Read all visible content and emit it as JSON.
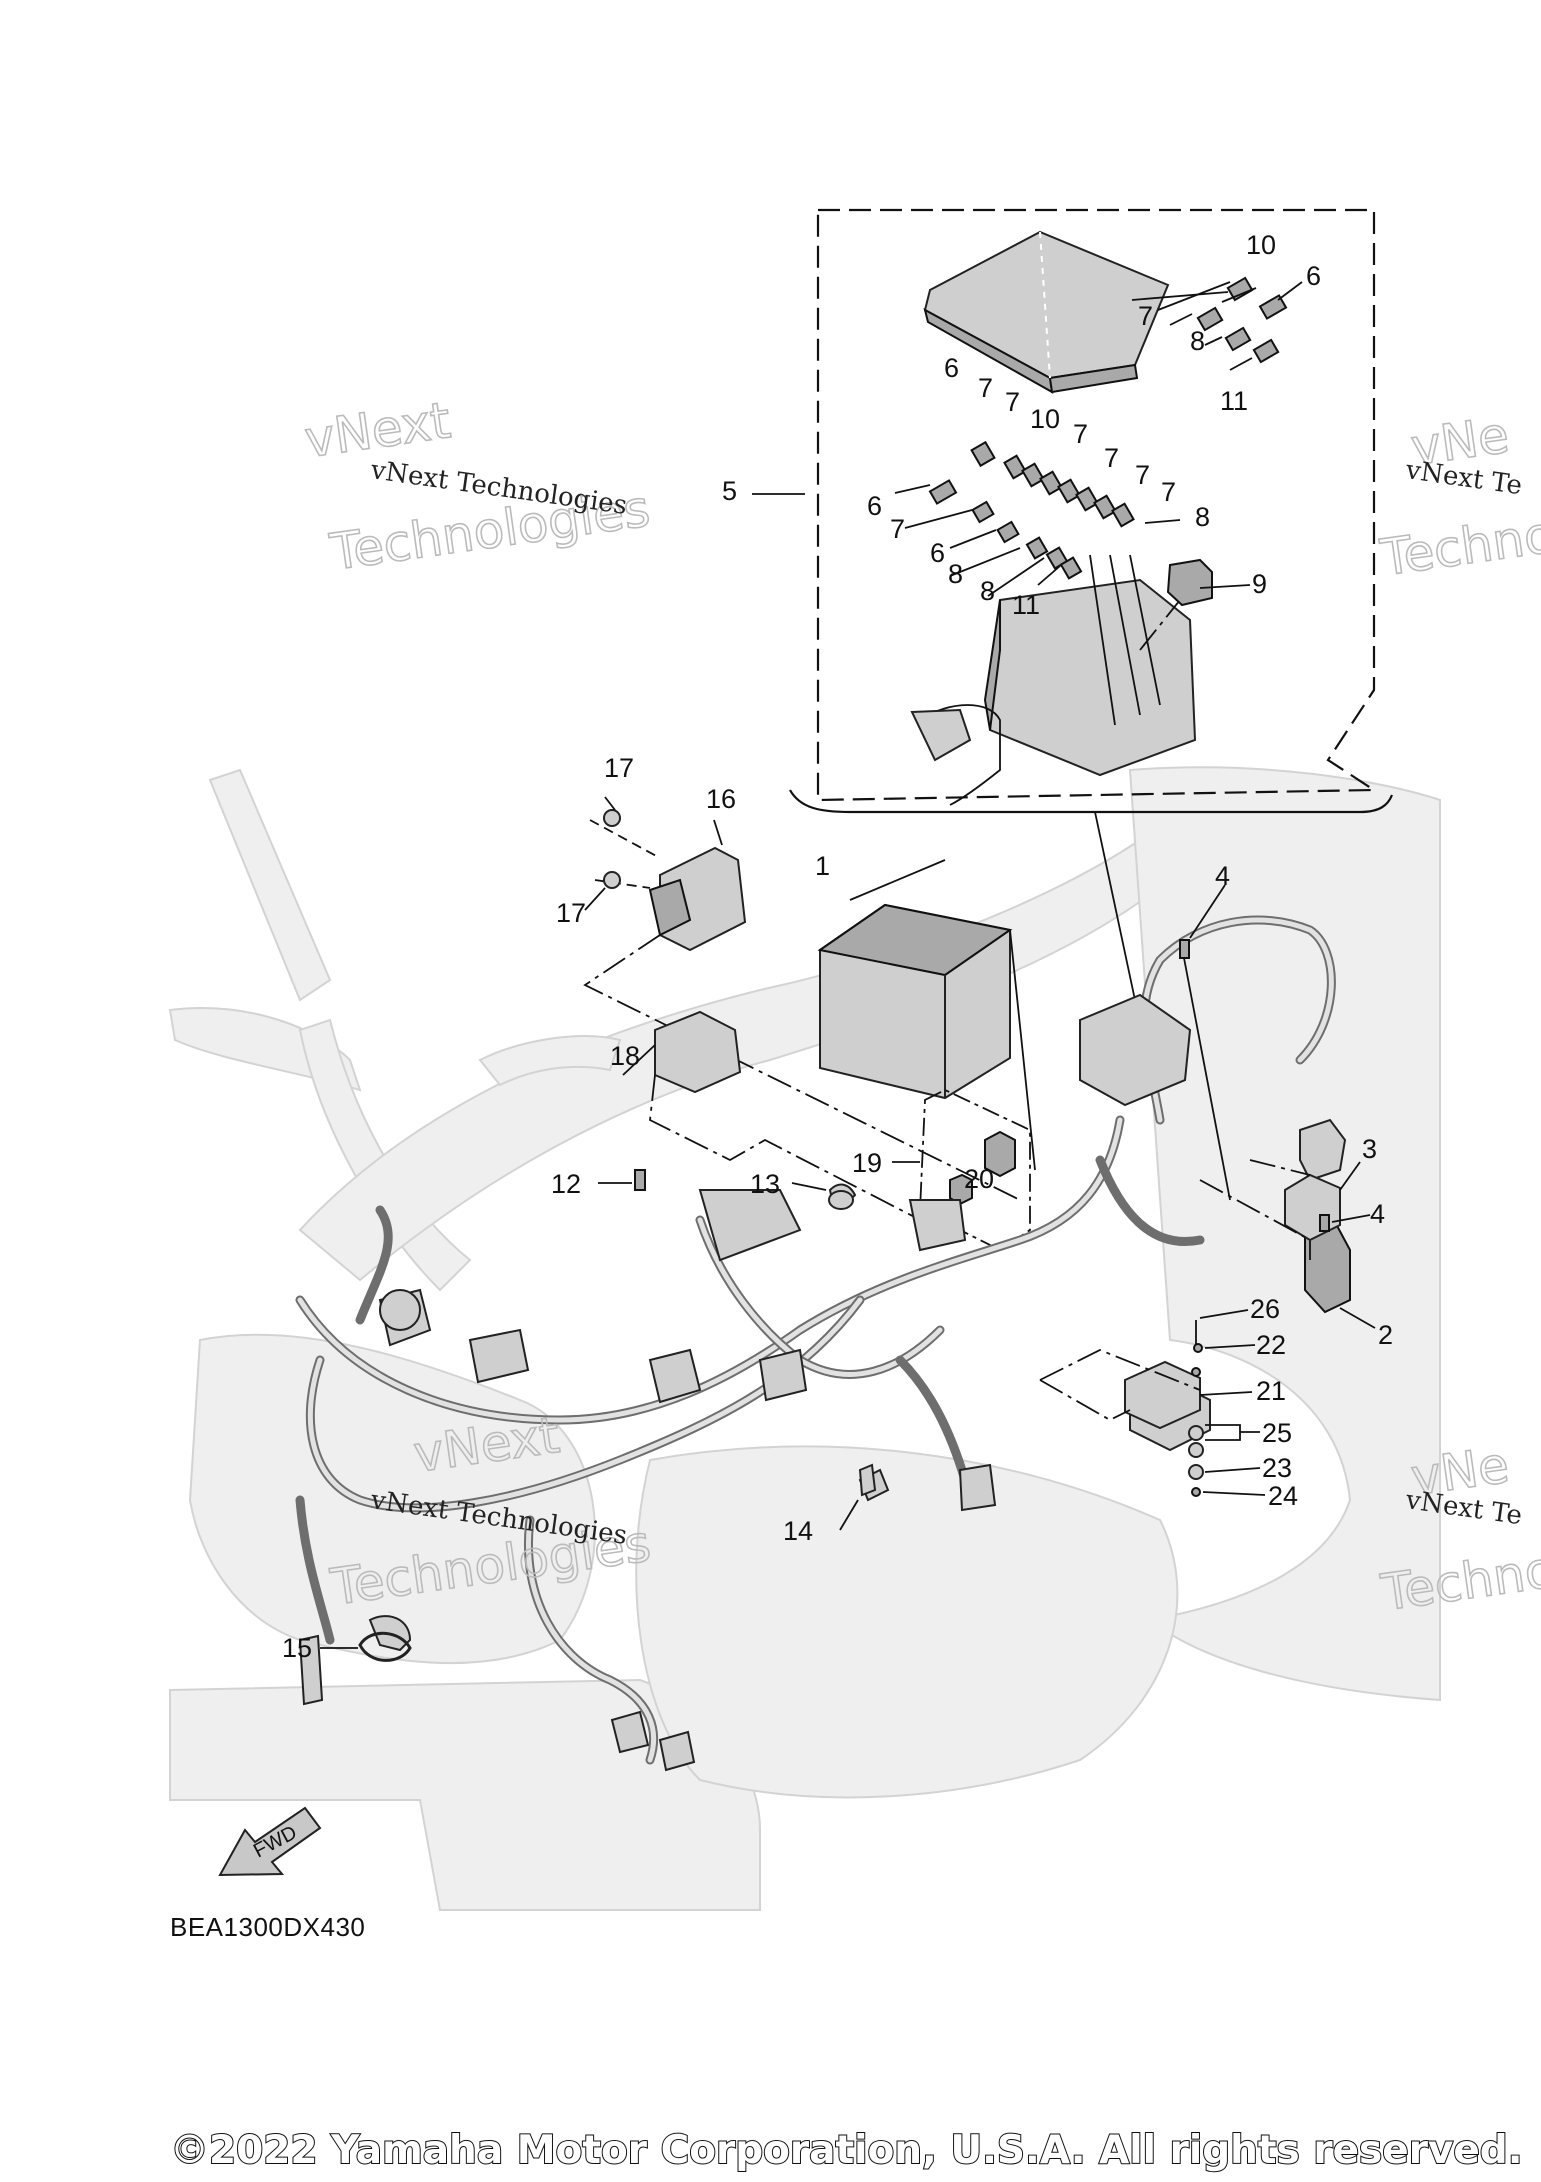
{
  "diagram": {
    "model_code": "BEA1300DX430",
    "copyright": "©2022 Yamaha Motor Corporation, U.S.A. All rights reserved.",
    "fwd_label": "FWD",
    "watermarks": [
      {
        "line1": "vNext Technologies",
        "line2": "vNext",
        "line3": "Technologies"
      },
      {
        "line1": "vNext Te",
        "line2": "vNe",
        "line3": "Techno"
      },
      {
        "line1": "vNext Technologies",
        "line2": "vNext",
        "line3": "Technologies"
      },
      {
        "line1": "vNext Te",
        "line2": "vNe",
        "line3": "Techno"
      }
    ],
    "callouts": {
      "c1": "1",
      "c2": "2",
      "c3": "3",
      "c4a": "4",
      "c4b": "4",
      "c5": "5",
      "c6a": "6",
      "c6b": "6",
      "c6c": "6",
      "c6d": "6",
      "c7a": "7",
      "c7b": "7",
      "c7c": "7",
      "c7d": "7",
      "c7e": "7",
      "c7f": "7",
      "c7g": "7",
      "c8a": "8",
      "c8b": "8",
      "c8c": "8",
      "c8d": "8",
      "c9": "9",
      "c10a": "10",
      "c10b": "10",
      "c11a": "11",
      "c11b": "11",
      "c12": "12",
      "c13": "13",
      "c14": "14",
      "c15": "15",
      "c16": "16",
      "c17a": "17",
      "c17b": "17",
      "c18": "18",
      "c19": "19",
      "c20": "20",
      "c21": "21",
      "c22": "22",
      "c23": "23",
      "c24": "24",
      "c25": "25",
      "c26": "26"
    }
  }
}
